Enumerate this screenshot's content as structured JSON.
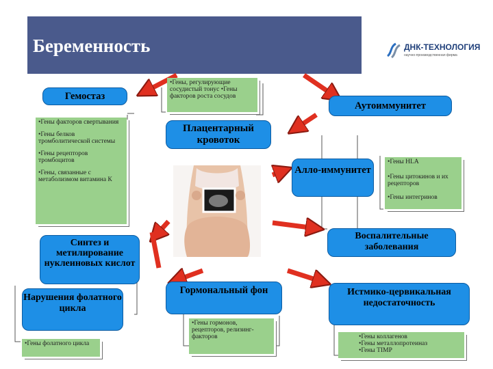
{
  "title": "Беременность",
  "logo": {
    "name": "ДНК-ТЕХНОЛОГИЯ",
    "tagline": "научно-производственная фирма"
  },
  "hemostasis": {
    "title": "Гемостаз",
    "items": [
      "•Гены факторов свертывания",
      "•Гены белков тромболитической системы",
      "•Гены рецепторов тромбоцитов",
      "•Гены, связанные с метаболизмом витамина К"
    ]
  },
  "top_genes": "•Гены, регулирующие сосудистый тонус •Гены факторов роста сосудов",
  "placental": "Плацентарный кровоток",
  "autoimmunity": "Аутоиммунитет",
  "alloimmunity": "Алло-иммунитет",
  "allo_genes": [
    "•Гены HLA",
    "•Гены цитокинов и их рецепторов",
    "•Гены интегринов"
  ],
  "synthesis": "Синтез и метилирование нуклеиновых кислот",
  "folate_disorder": "Нарушения фолатного цикла",
  "folate_genes": "•Гены фолатного цикла",
  "inflammatory": "Воспалительные заболевания",
  "hormonal": "Гормональный фон",
  "hormone_genes": "•Гены гормонов, рецепторов, релизинг-факторов",
  "isthmic": "Истмико-цервикальная недостаточность",
  "isthmic_genes": [
    "•Гены коллагенов",
    "•Гены металлопротеиназ",
    "•Гены TIMP"
  ],
  "colors": {
    "title_bar": "#4a5a8c",
    "box_blue": "#1e8fe6",
    "box_green": "#9ad08c",
    "arrow_red": "#e03020"
  }
}
